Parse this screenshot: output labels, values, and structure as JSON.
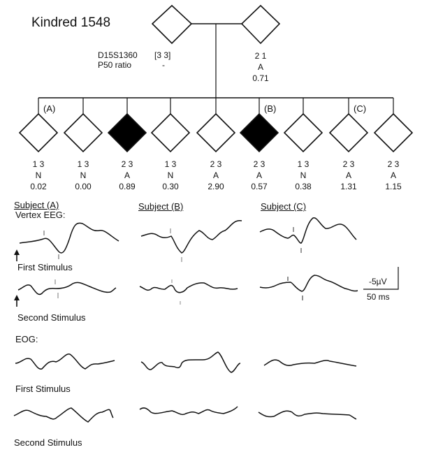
{
  "title": "Kindred 1548",
  "legend": {
    "marker_label": "D15S1360",
    "marker_value": "[3  3]",
    "ratio_label": "P50 ratio",
    "ratio_value": "-"
  },
  "parents": [
    {
      "id": "father",
      "affected": false,
      "genotype": "",
      "status": "",
      "ratio": ""
    },
    {
      "id": "mother",
      "affected": false,
      "genotype": "2  1",
      "status": "A",
      "ratio": "0.71"
    }
  ],
  "children": [
    {
      "tag": "(A)",
      "affected": false,
      "genotype": "1 3",
      "status": "N",
      "ratio": "0.02"
    },
    {
      "tag": "",
      "affected": false,
      "genotype": "1 3",
      "status": "N",
      "ratio": "0.00"
    },
    {
      "tag": "",
      "affected": true,
      "genotype": "2 3",
      "status": "A",
      "ratio": "0.89"
    },
    {
      "tag": "",
      "affected": false,
      "genotype": "1 3",
      "status": "N",
      "ratio": "0.30"
    },
    {
      "tag": "",
      "affected": false,
      "genotype": "2 3",
      "status": "A",
      "ratio": "2.90"
    },
    {
      "tag": "(B)",
      "affected": true,
      "genotype": "2 3",
      "status": "A",
      "ratio": "0.57"
    },
    {
      "tag": "",
      "affected": false,
      "genotype": "1 3",
      "status": "N",
      "ratio": "0.38"
    },
    {
      "tag": "(C)",
      "affected": false,
      "genotype": "2 3",
      "status": "A",
      "ratio": "1.31"
    },
    {
      "tag": "",
      "affected": false,
      "genotype": "2 3",
      "status": "A",
      "ratio": "1.15"
    }
  ],
  "traces": {
    "subjects": [
      "Subject (A)",
      "Subject (B)",
      "Subject (C)"
    ],
    "vertex_label": "Vertex EEG:",
    "eog_label": "EOG:",
    "first_stimulus": "First Stimulus",
    "second_stimulus": "Second Stimulus",
    "scale_voltage": "-5µV",
    "scale_time": "50 ms"
  },
  "colors": {
    "ink": "#111111",
    "affected_fill": "#000000",
    "background": "#ffffff"
  }
}
